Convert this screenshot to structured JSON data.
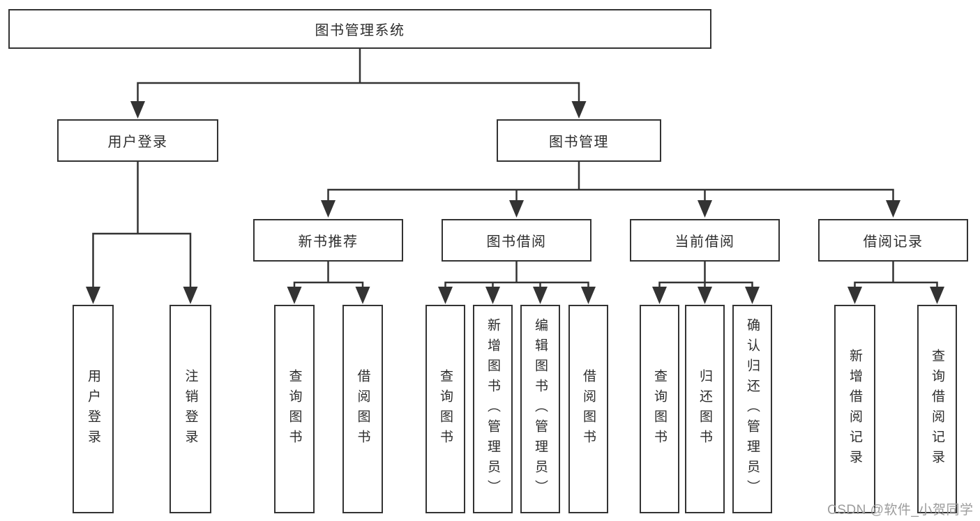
{
  "diagram": {
    "root": {
      "label": "图书管理系统"
    },
    "branches": [
      {
        "label": "用户登录",
        "children": [
          {
            "label": "用户登录"
          },
          {
            "label": "注销登录"
          }
        ]
      },
      {
        "label": "图书管理",
        "children": [
          {
            "label": "新书推荐",
            "children": [
              {
                "label": "查询图书"
              },
              {
                "label": "借阅图书"
              }
            ]
          },
          {
            "label": "图书借阅",
            "children": [
              {
                "label": "查询图书"
              },
              {
                "label": "新增图书（管理员）"
              },
              {
                "label": "编辑图书（管理员）"
              },
              {
                "label": "借阅图书"
              }
            ]
          },
          {
            "label": "当前借阅",
            "children": [
              {
                "label": "查询图书"
              },
              {
                "label": "归还图书"
              },
              {
                "label": "确认归还（管理员）"
              }
            ]
          },
          {
            "label": "借阅记录",
            "children": [
              {
                "label": "新增借阅记录"
              },
              {
                "label": "查询借阅记录"
              }
            ]
          }
        ]
      }
    ]
  },
  "watermark": {
    "text": "CSDN @软件_小贺同学"
  },
  "colors": {
    "line": "#333333",
    "text": "#2d2d2d",
    "watermark": "#9c9c9c",
    "background": "#ffffff"
  }
}
